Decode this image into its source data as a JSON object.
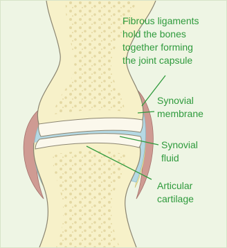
{
  "labels": {
    "fibrous_ligaments": "Fibrous ligaments\nhold the bones\ntogether forming\nthe joint capsule",
    "synovial_membrane": "Synovial\nmembrane",
    "synovial_fluid": "Synovial\nfluid",
    "articular_cartilage": "Articular\ncartilage"
  },
  "colors": {
    "label_text": "#2e9a3c",
    "leader_line": "#2e9a3c",
    "background": "#eef5e4",
    "bone": "#f7f1c9",
    "bone_texture": "#e4d8a3",
    "cartilage": "#fbf8ec",
    "synovial_fluid": "#b5d9e4",
    "synovial_membrane": "#f2e9a4",
    "ligament": "#cf9b93"
  }
}
